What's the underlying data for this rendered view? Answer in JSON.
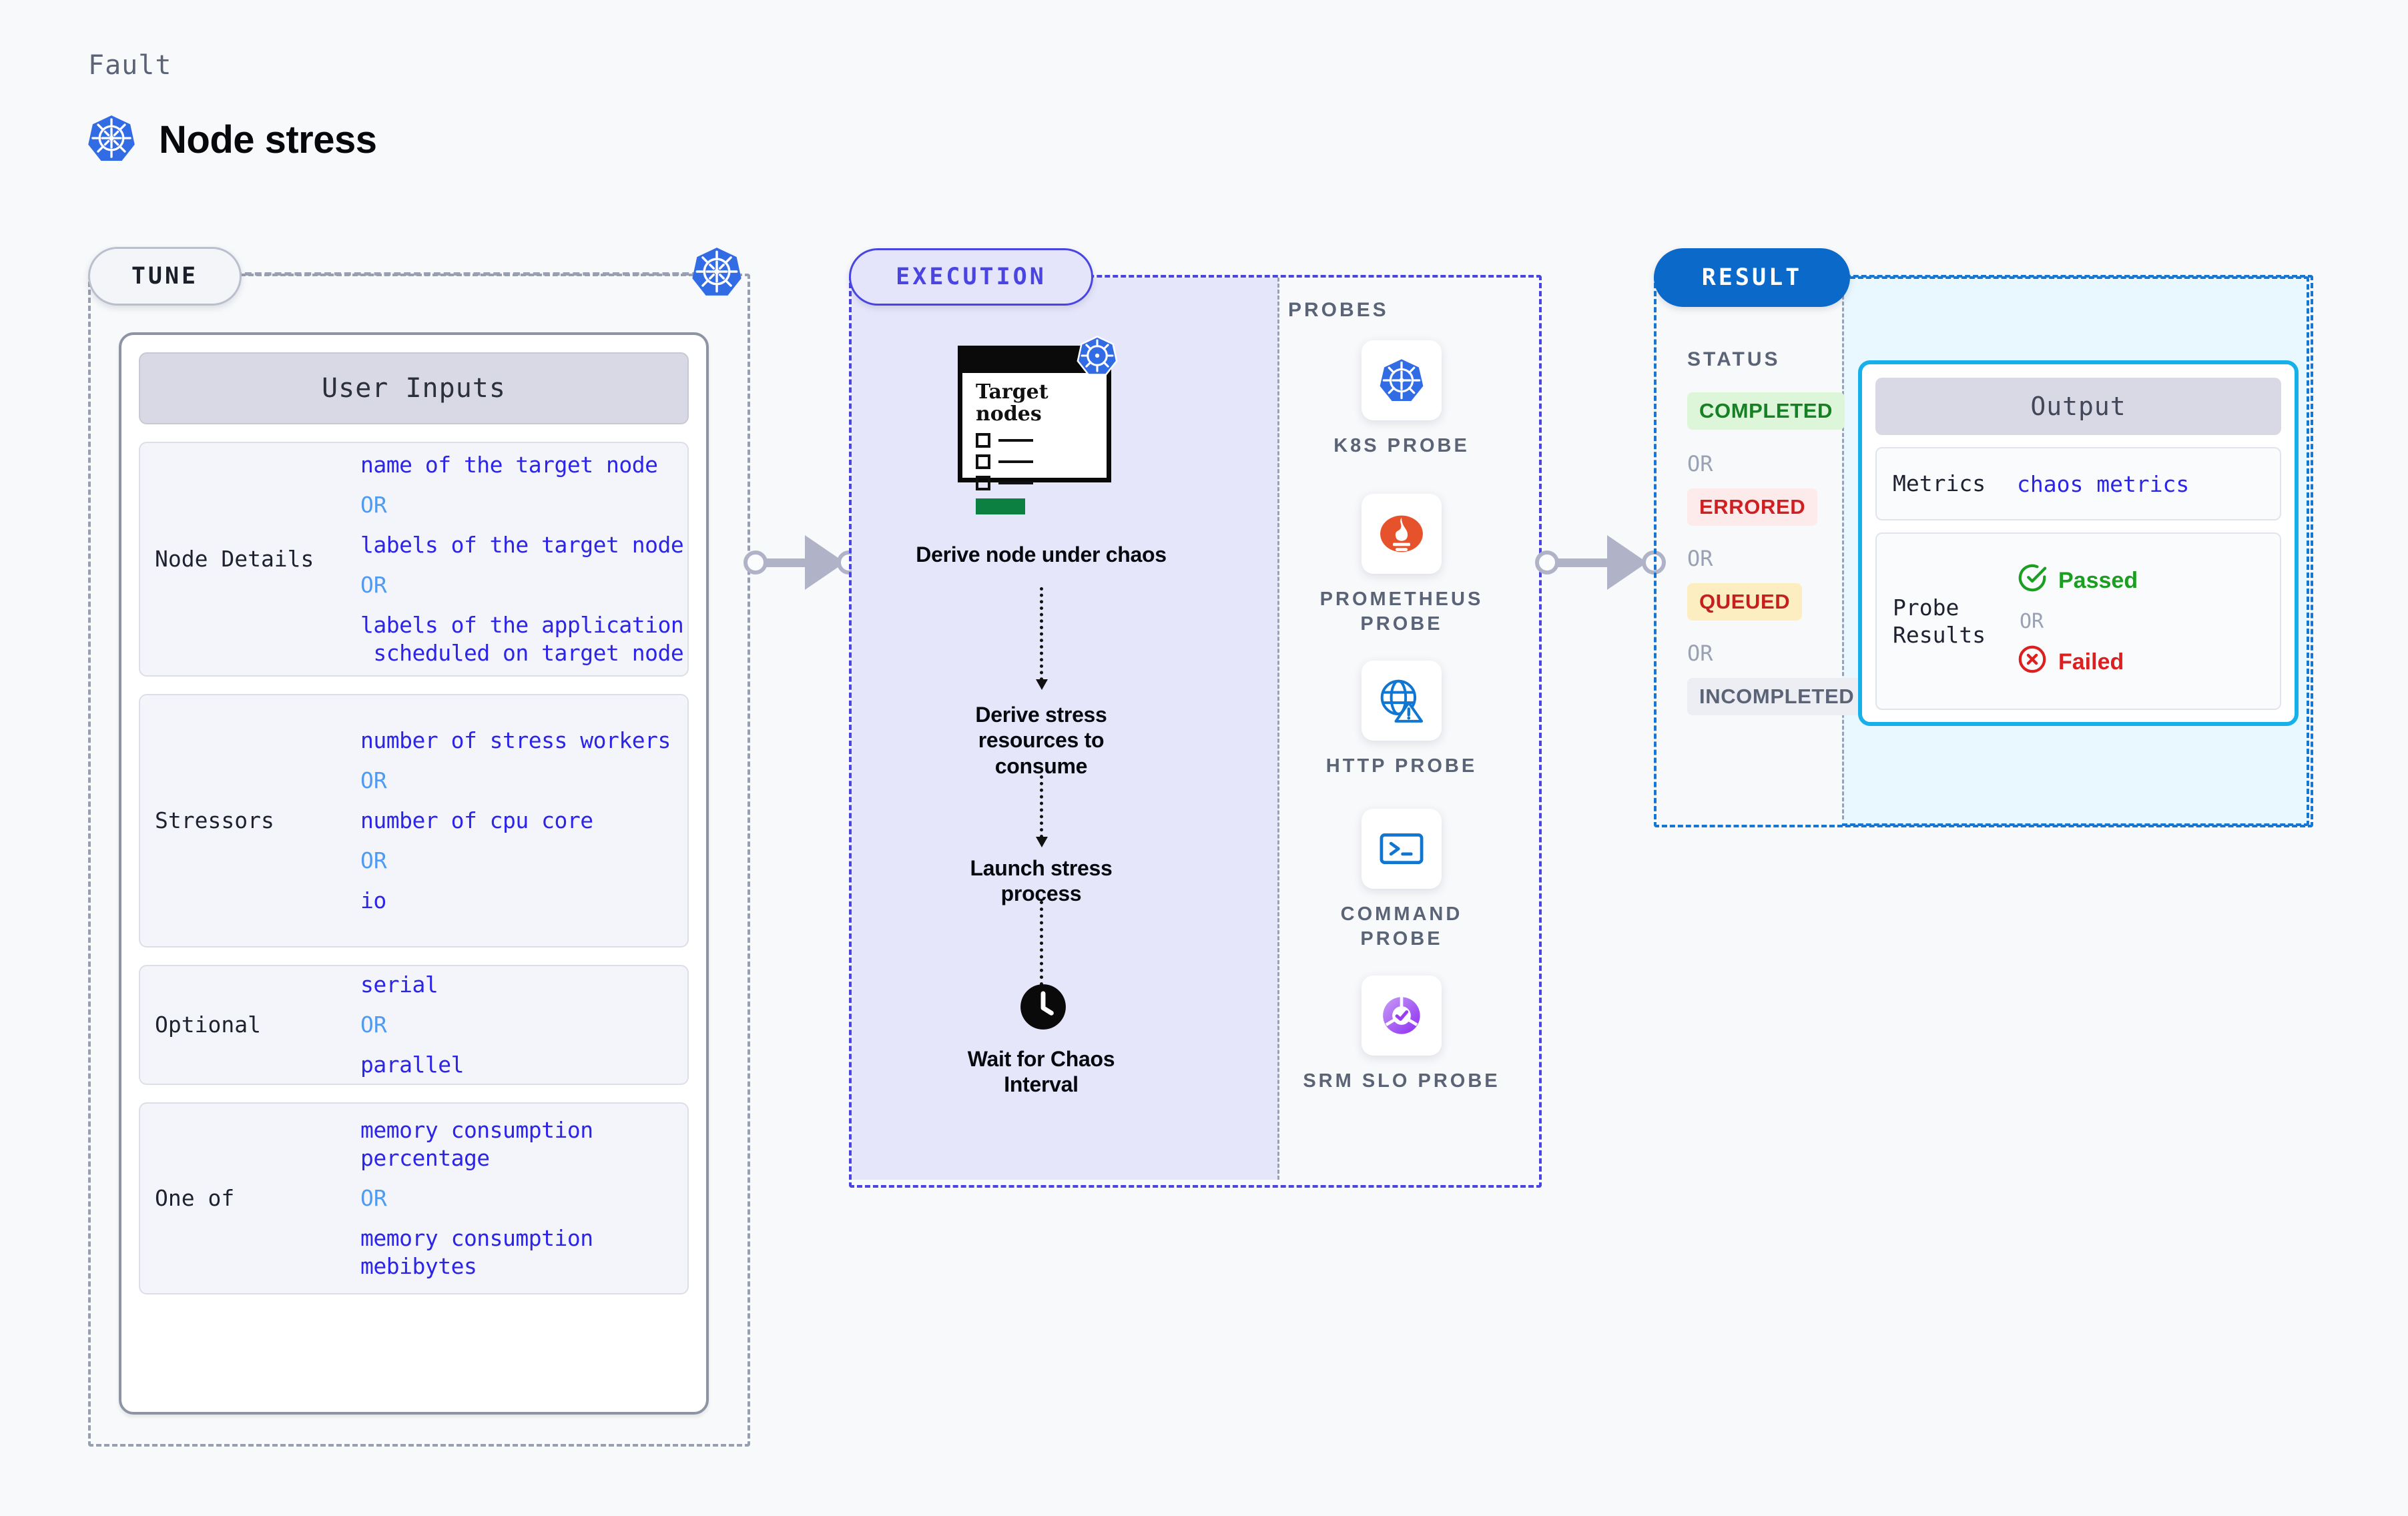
{
  "header": {
    "fault_label": "Fault",
    "fault_title": "Node stress",
    "icon": "kubernetes-icon"
  },
  "tune": {
    "chip_label": "TUNE",
    "badge_icon": "kubernetes-icon",
    "card_title": "User Inputs",
    "groups": [
      {
        "label": "Node Details",
        "items": [
          "name of the target node",
          "labels of the target node",
          "labels of the application\n scheduled on target node"
        ],
        "separator": "OR"
      },
      {
        "label": "Stressors",
        "items": [
          "number of stress workers",
          "number of cpu core",
          "io"
        ],
        "separator": "OR"
      },
      {
        "label": "Optional",
        "items": [
          "serial",
          "parallel"
        ],
        "separator": "OR"
      },
      {
        "label": "One of",
        "items": [
          "memory consumption percentage",
          "memory consumption mebibytes"
        ],
        "separator": "OR"
      }
    ]
  },
  "execution": {
    "chip_label": "EXECUTION",
    "card": {
      "title": "Target nodes",
      "badge_icon": "kubernetes-icon",
      "checkbox_count": 3
    },
    "steps": [
      "Derive node under chaos",
      "Derive stress resources to consume",
      "Launch stress process",
      "Wait for Chaos Interval"
    ],
    "wait_icon": "clock-icon",
    "probes_label": "PROBES",
    "probes": [
      {
        "name": "K8S PROBE",
        "icon": "kubernetes-icon"
      },
      {
        "name": "PROMETHEUS PROBE",
        "icon": "prometheus-icon"
      },
      {
        "name": "HTTP PROBE",
        "icon": "globe-warning-icon"
      },
      {
        "name": "COMMAND PROBE",
        "icon": "terminal-icon"
      },
      {
        "name": "SRM SLO PROBE",
        "icon": "slo-donut-check-icon"
      }
    ]
  },
  "result": {
    "chip_label": "RESULT",
    "status_label": "STATUS",
    "separator": "OR",
    "statuses": [
      {
        "label": "COMPLETED",
        "bg": "#ddf5d8",
        "fg": "#158024"
      },
      {
        "label": "ERRORED",
        "bg": "#fdeaea",
        "fg": "#cf1f20"
      },
      {
        "label": "QUEUED",
        "bg": "#fdeec2",
        "fg": "#c5201f"
      },
      {
        "label": "INCOMPLETED",
        "bg": "#eceef4",
        "fg": "#5b6477"
      }
    ],
    "output": {
      "title": "Output",
      "metrics_label": "Metrics",
      "metrics_value": "chaos metrics",
      "probe_results_label": "Probe Results",
      "passed_label": "Passed",
      "failed_label": "Failed",
      "separator": "OR",
      "passed_icon": "check-circle-icon",
      "failed_icon": "x-circle-icon"
    }
  },
  "colors": {
    "accent_blue": "#2c25e8",
    "execution_purple": "#4a45e0",
    "result_blue": "#0a69c9",
    "output_cyan": "#17b0ea",
    "or_blue": "#4f9bf2",
    "k8s_blue": "#326ce5"
  }
}
